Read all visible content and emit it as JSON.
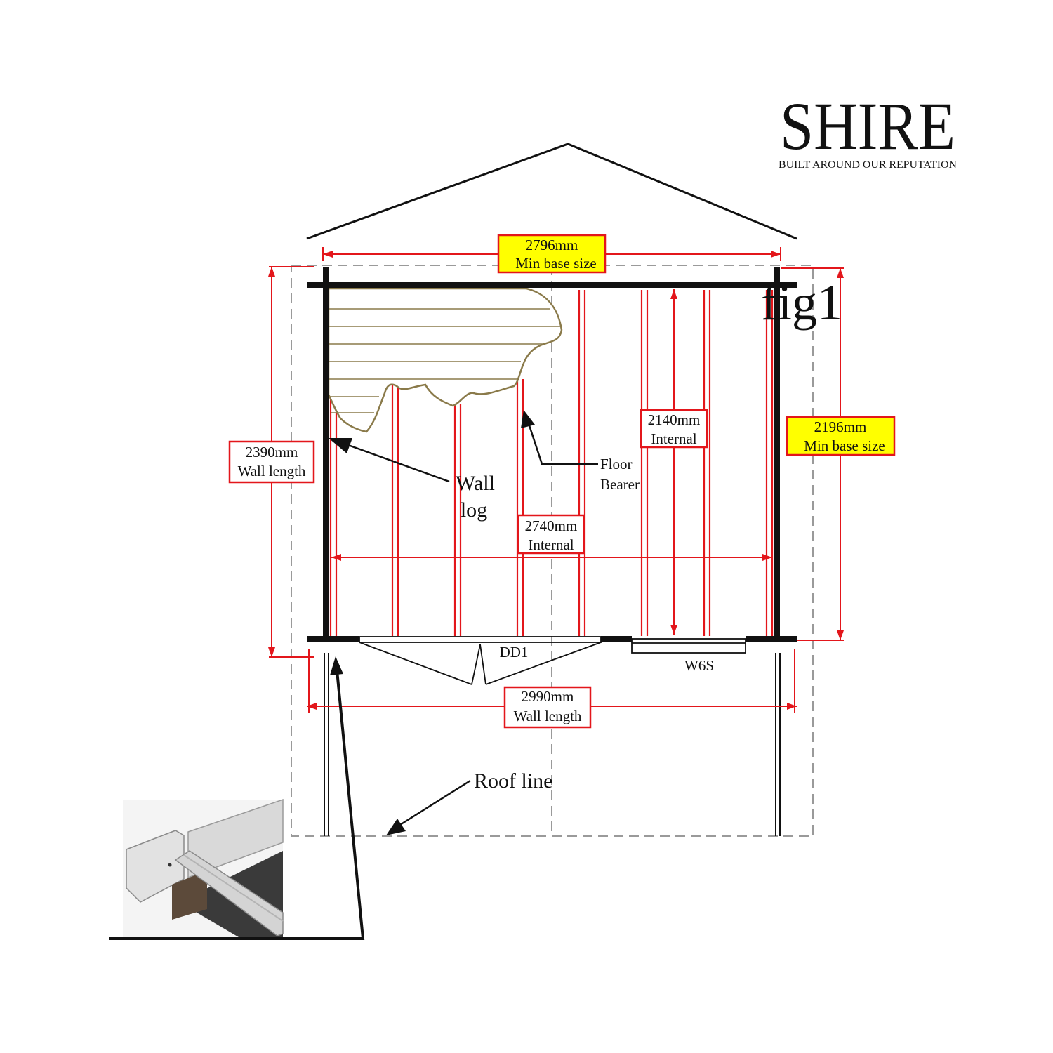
{
  "brand": {
    "name": "SHIRE",
    "tagline": "BUILT AROUND OUR REPUTATION"
  },
  "figure_label": "fig1",
  "dimensions": {
    "top_width": {
      "line1": "2796mm",
      "line2": "Min base size"
    },
    "right_depth": {
      "line1": "2196mm",
      "line2": "Min base size"
    },
    "left_wall": {
      "line1": "2390mm",
      "line2": "Wall length"
    },
    "bottom_wall": {
      "line1": "2990mm",
      "line2": "Wall length"
    },
    "internal_width": {
      "line1": "2740mm",
      "line2": "Internal"
    },
    "internal_depth": {
      "line1": "2140mm",
      "line2": "Internal"
    }
  },
  "callouts": {
    "wall_log": {
      "line1": "Wall",
      "line2": "log"
    },
    "floor_bearer": {
      "line1": "Floor",
      "line2": "Bearer"
    },
    "roof_line": "Roof line"
  },
  "openings": {
    "door": "DD1",
    "window": "W6S"
  },
  "colors": {
    "dimension_red": "#e3161b",
    "highlight_yellow": "#ffff00",
    "wall_black": "#111111",
    "wall_log_fill": "#ffffff",
    "wall_log_outline": "#8a7a4a",
    "guide_gray": "#9a9a9a"
  }
}
